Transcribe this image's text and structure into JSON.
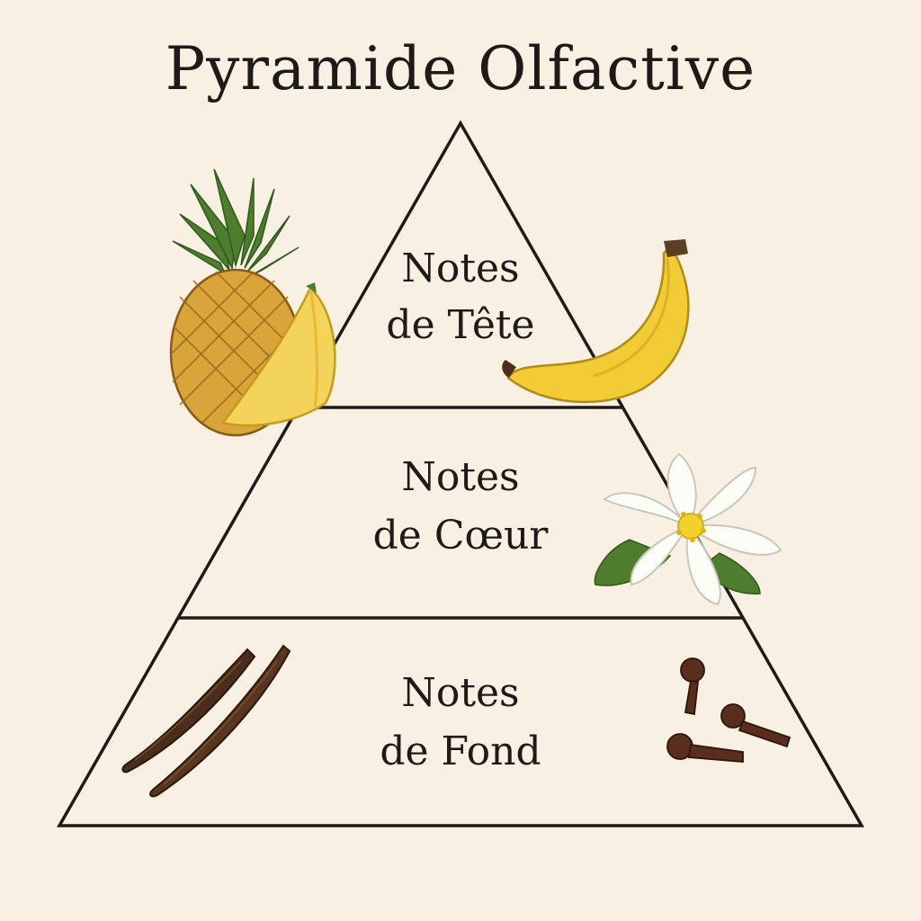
{
  "title": "Pyramide Olfactive",
  "tiers": [
    {
      "line1": "Notes",
      "line2": "de Tête"
    },
    {
      "line1": "Notes",
      "line2": "de Cœur"
    },
    {
      "line1": "Notes",
      "line2": "de Fond"
    }
  ],
  "illustrations": [
    "pineapple-icon",
    "banana-icon",
    "orange-blossom-icon",
    "vanilla-pods-icon",
    "cloves-icon"
  ],
  "colors": {
    "background": "#f8f1e3",
    "line": "#1f1a17",
    "pineapple": "#d9a53a",
    "banana": "#f2cc34",
    "leaf": "#4e7d2e",
    "vanilla": "#4a2d1b",
    "clove": "#5a2e1c"
  }
}
